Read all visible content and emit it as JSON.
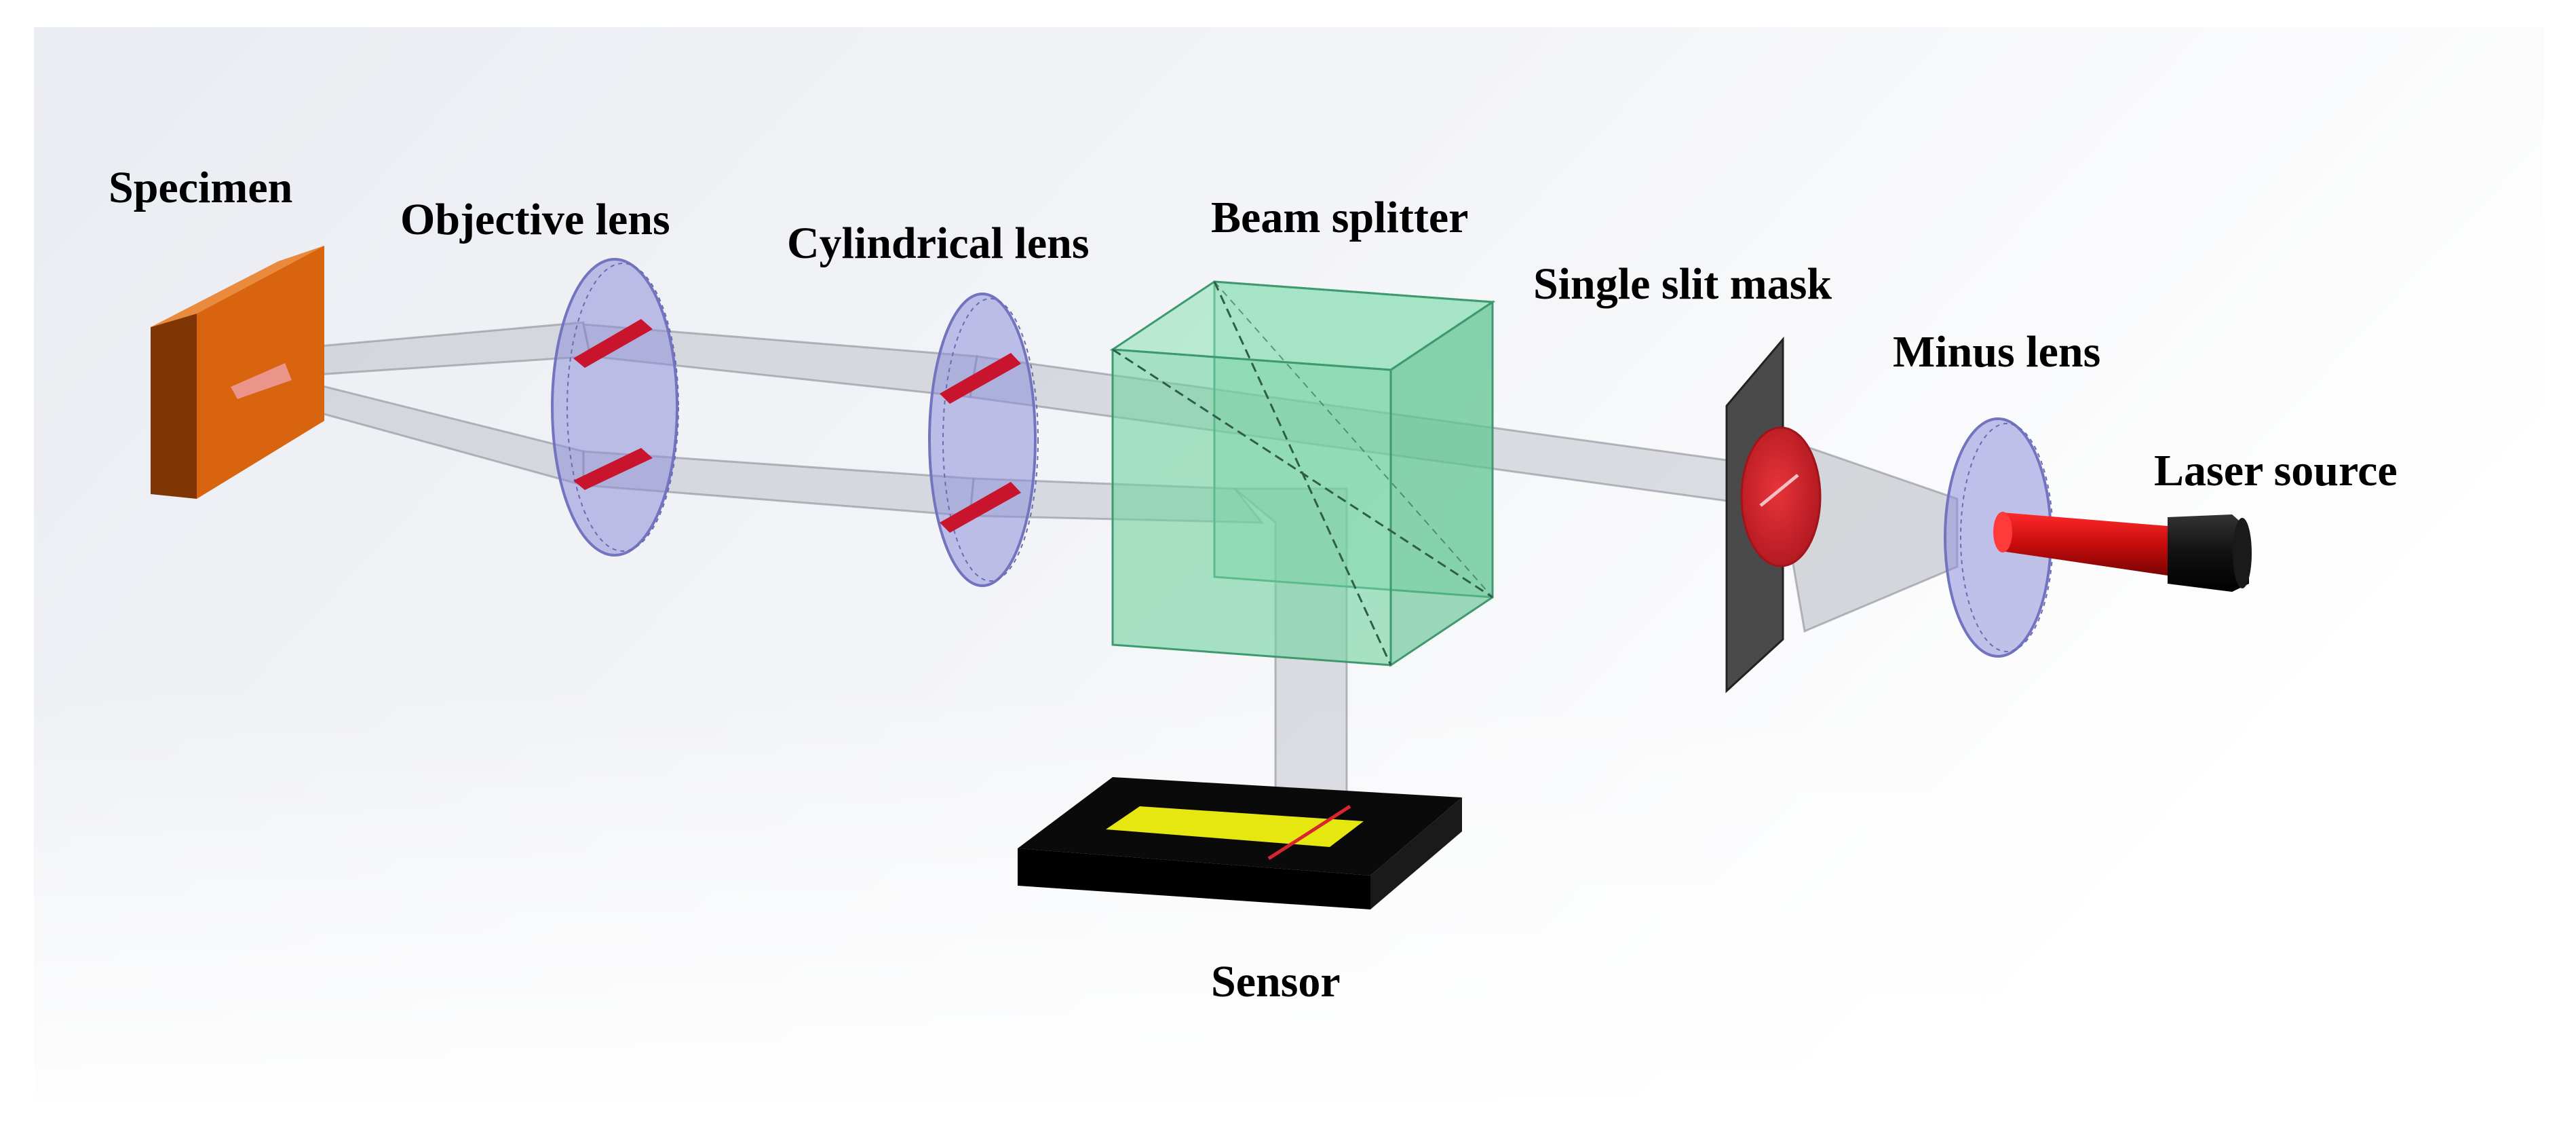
{
  "labels": {
    "specimen": "Specimen",
    "objective_lens": "Objective lens",
    "cylindrical_lens": "Cylindrical lens",
    "beam_splitter": "Beam splitter",
    "single_slit_mask": "Single slit mask",
    "minus_lens": "Minus lens",
    "laser_source": "Laser source",
    "sensor": "Sensor"
  },
  "colors": {
    "background_gradient_left": "#eef0f4",
    "background_gradient_right": "#ffffff",
    "specimen_front": "#d86410",
    "specimen_side": "#8a3c05",
    "specimen_top": "#e98a3c",
    "lens": "#8e90d8",
    "lens_line_pair": "#c8142c",
    "beam": "#b9bcc4",
    "beam_splitter": "#6fd2a0",
    "mask": "#4a4a4a",
    "mask_disk": "#d8262e",
    "laser_body": "#cc1010",
    "laser_cap": "#111111",
    "sensor_body": "#0a0a0a",
    "sensor_chip": "#e6e610"
  }
}
